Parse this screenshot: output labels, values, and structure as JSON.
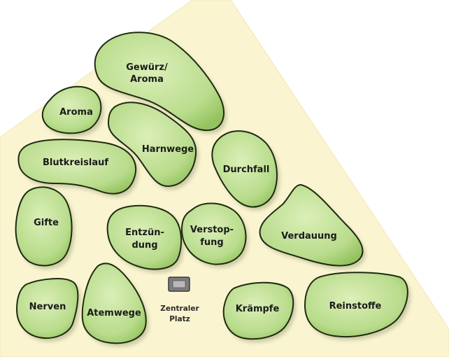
{
  "beds": [
    {
      "id": "gewuerz",
      "lines": [
        "Gewürz/",
        "Aroma"
      ]
    },
    {
      "id": "aroma",
      "lines": [
        "Aroma"
      ]
    },
    {
      "id": "harnwege",
      "lines": [
        "Harnwege"
      ]
    },
    {
      "id": "blutkreislauf",
      "lines": [
        "Blutkreislauf"
      ]
    },
    {
      "id": "durchfall",
      "lines": [
        "Durchfall"
      ]
    },
    {
      "id": "gifte",
      "lines": [
        "Gifte"
      ]
    },
    {
      "id": "entzuendung",
      "lines": [
        "Entzün-",
        "dung"
      ]
    },
    {
      "id": "verstopfung",
      "lines": [
        "Verstop-",
        "fung"
      ]
    },
    {
      "id": "verdauung",
      "lines": [
        "Verdauung"
      ]
    },
    {
      "id": "nerven",
      "lines": [
        "Nerven"
      ]
    },
    {
      "id": "atemwege",
      "lines": [
        "Atemwege"
      ]
    },
    {
      "id": "kraempfe",
      "lines": [
        "Krämpfe"
      ]
    },
    {
      "id": "reinstoffe",
      "lines": [
        "Reinstoffe"
      ]
    }
  ],
  "center": {
    "lines": [
      "Zentraler",
      "Platz"
    ]
  },
  "colors": {
    "ground": "#faf5d0",
    "bed_light": "#d6ebb0",
    "bed_dark": "#8fbf5a",
    "outline": "#1f2a12",
    "marker": "#8a8a8a"
  }
}
